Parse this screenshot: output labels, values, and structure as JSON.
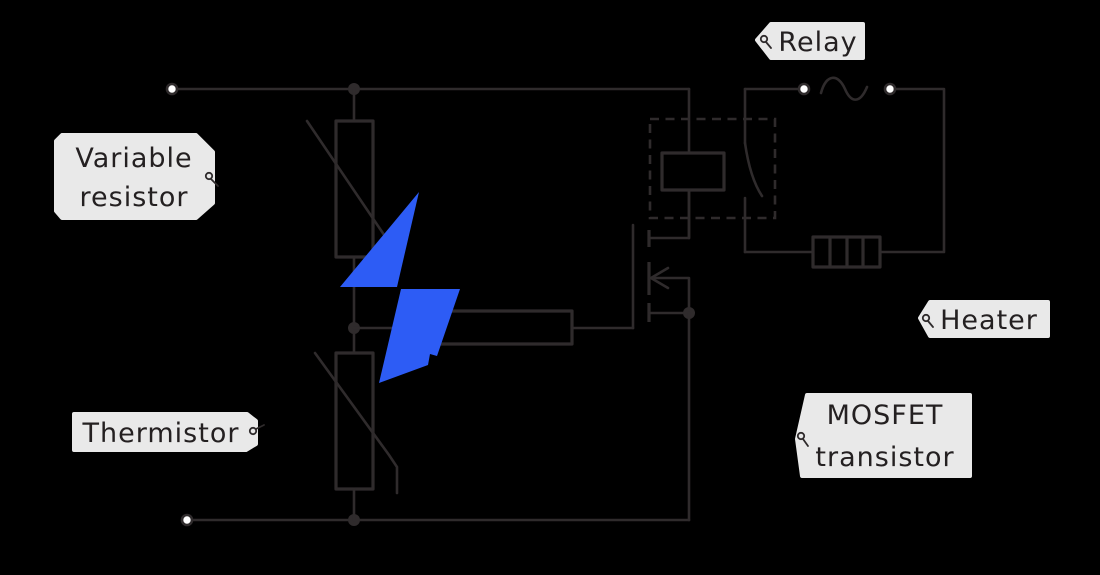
{
  "diagram": {
    "type": "circuit-diagram",
    "description_visible_components": [
      "variable-resistor",
      "thermistor",
      "mosfet-transistor",
      "relay",
      "heater",
      "ac-supply",
      "lightning-bolt-icon"
    ]
  },
  "labels": {
    "variable_resistor": {
      "line1": "Variable",
      "line2": "resistor"
    },
    "thermistor": {
      "text": "Thermistor"
    },
    "relay": {
      "text": "Relay"
    },
    "heater": {
      "text": "Heater"
    },
    "mosfet": {
      "line1": "MOSFET",
      "line2": "transistor"
    }
  },
  "colors": {
    "background": "#000000",
    "wire": "#2f2b2c",
    "label_bg": "#e9e9e9",
    "label_text": "#242021",
    "bolt_blue": "#2d5cf5",
    "terminal_white": "#ffffff"
  }
}
